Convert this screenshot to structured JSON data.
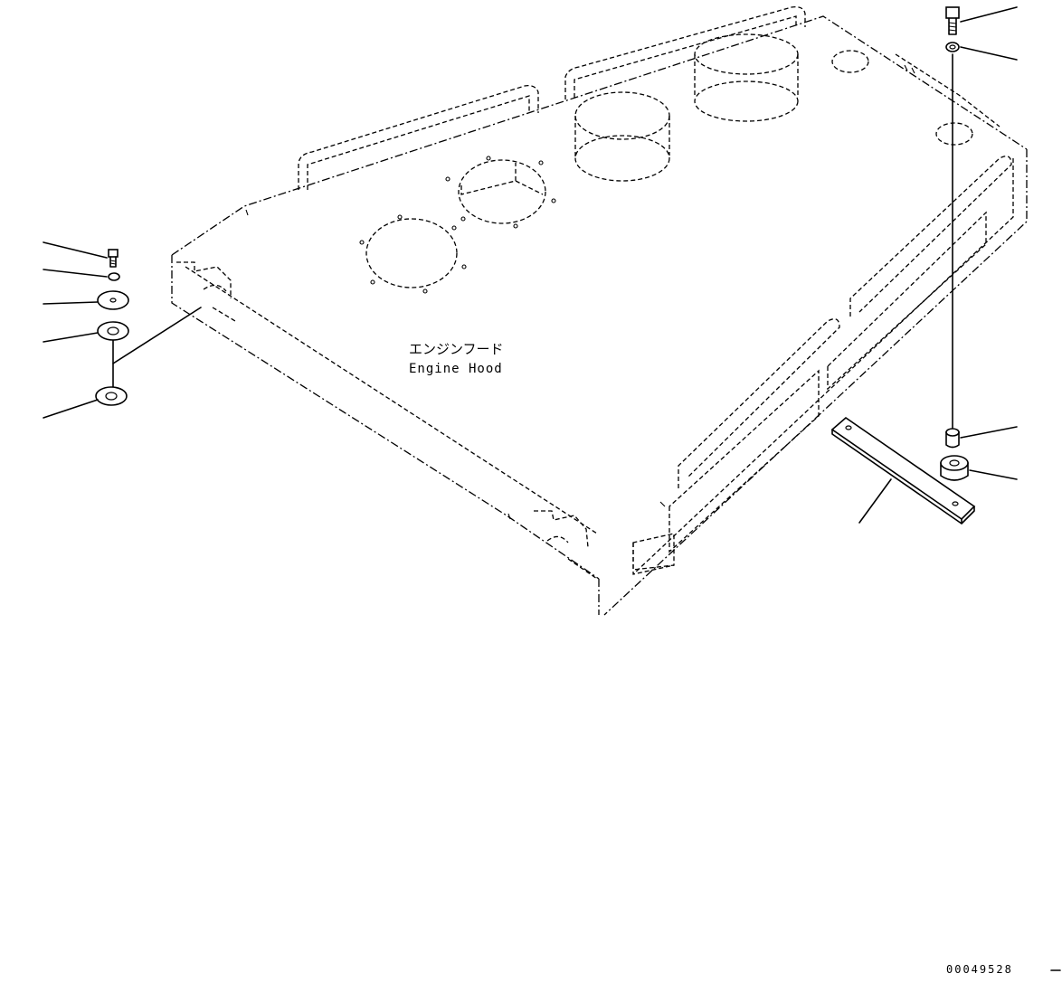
{
  "hood_label": {
    "japanese": "エンジンフード",
    "english": "Engine Hood"
  },
  "drawing_number": "00049528",
  "colors": {
    "line": "#000000",
    "background": "#ffffff"
  }
}
